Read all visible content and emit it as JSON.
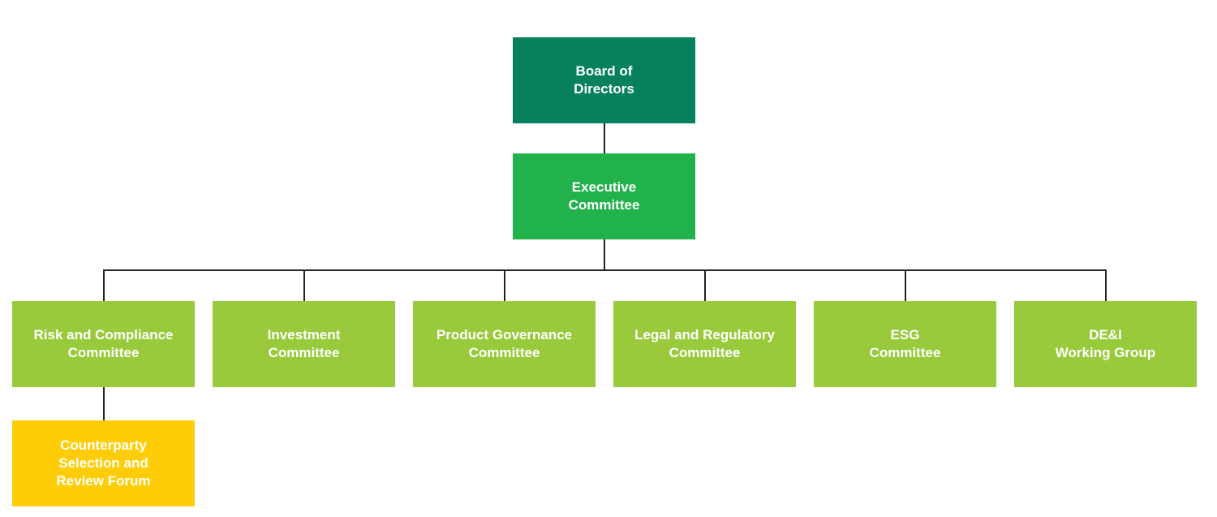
{
  "colors": {
    "board": "#07815d",
    "executive": "#22b24c",
    "committee": "#99ca3c",
    "forum": "#fecd07",
    "connector": "#222222",
    "label_text": "#ffffff"
  },
  "nodes": {
    "board": {
      "label": "Board of\nDirectors"
    },
    "executive": {
      "label": "Executive\nCommittee"
    },
    "committees": [
      {
        "label": "Risk and Compliance\nCommittee"
      },
      {
        "label": "Investment\nCommittee"
      },
      {
        "label": "Product Governance\nCommittee"
      },
      {
        "label": "Legal and Regulatory\nCommittee"
      },
      {
        "label": "ESG\nCommittee"
      },
      {
        "label": "DE&I\nWorking Group"
      }
    ],
    "forum": {
      "label": "Counterparty\nSelection and\nReview Forum"
    }
  }
}
